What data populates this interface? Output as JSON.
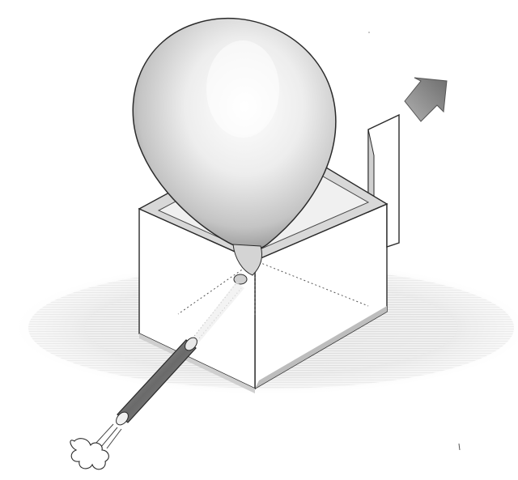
{
  "illustration": {
    "objects": [
      "balloon",
      "box",
      "straw",
      "arrow",
      "puff"
    ],
    "colors": {
      "outline": "#2a2a2a",
      "balloon_light": "#ffffff",
      "balloon_mid": "#e6e6e6",
      "balloon_dark": "#9a9a9a",
      "box_face": "#ffffff",
      "box_shadow": "#c8c8c8",
      "ground_shadow": "#e8e8e8",
      "arrow_fill": "#9a9a9a",
      "arrow_edge": "#555555"
    },
    "icons": [
      "balloon-icon",
      "box-icon",
      "straw-icon",
      "arrow-icon",
      "puff-icon"
    ]
  }
}
